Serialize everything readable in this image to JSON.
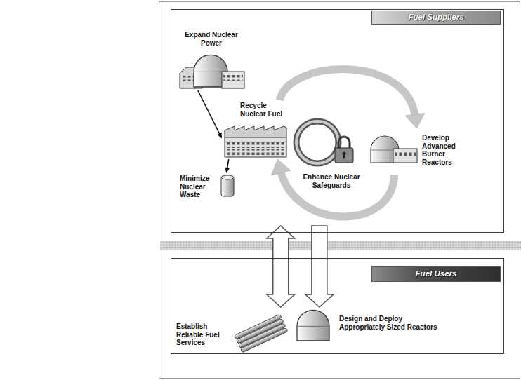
{
  "diagram": {
    "nodes": [
      {
        "text": [
          "Fuel Suppliers"
        ]
      },
      {
        "text": [
          "Expand Nuclear Power"
        ],
        "in": 0
      },
      {
        "text": [
          "Recycle Nuclear Fuel"
        ],
        "in": 0
      },
      {
        "text": [
          "Minimize Nuclear Waste"
        ],
        "in": 0
      },
      {
        "text": [
          "Enhance Nuclear Safeguards"
        ],
        "in": 0
      },
      {
        "text": [
          "Develop Advanced Burner Reactors"
        ],
        "in": 0
      },
      {
        "text": [
          "Fuel Users"
        ]
      },
      {
        "text": [
          "Establish Reliable Fuel Services"
        ],
        "in": 6
      },
      {
        "text": [
          "Design and Deploy Appropriately Sized Reactors"
        ],
        "in": 6
      }
    ],
    "edges": [
      {
        "from": 1,
        "to": 2,
        "arrow": "to"
      },
      {
        "from": 2,
        "to": 3,
        "arrow": "to"
      },
      {
        "from": 2,
        "to": 5,
        "arrow": "to"
      },
      {
        "from": 5,
        "to": 2,
        "arrow": "to"
      },
      {
        "from": 0,
        "to": 6,
        "arrow": "both"
      },
      {
        "from": 0,
        "to": 6,
        "arrow": "to"
      }
    ]
  }
}
